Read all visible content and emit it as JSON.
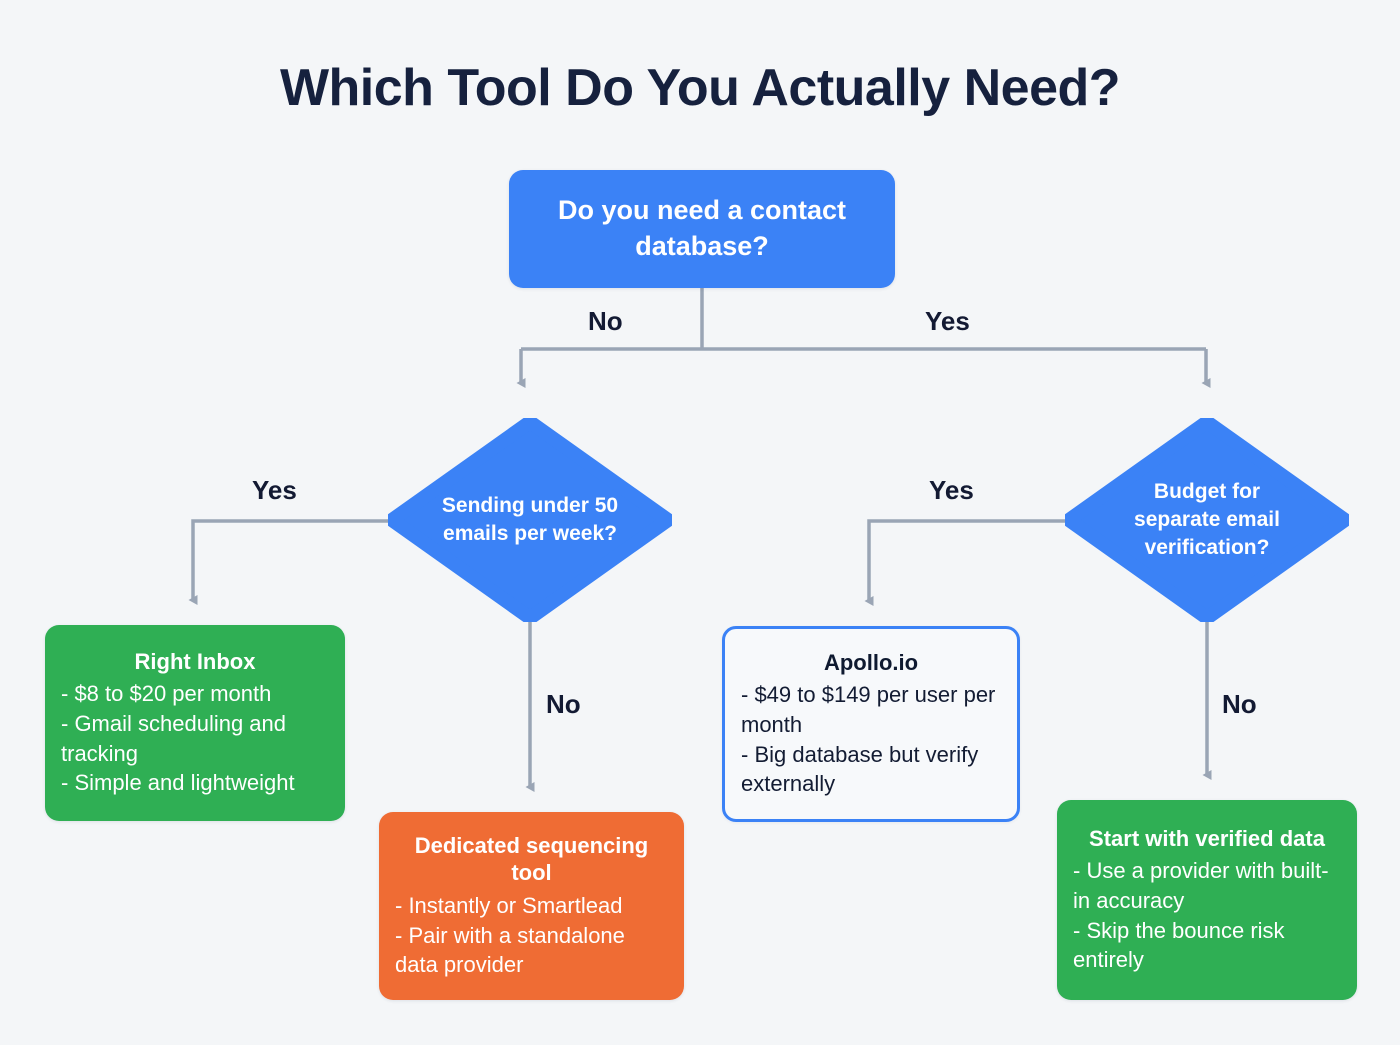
{
  "page": {
    "title": "Which Tool Do You Actually Need?",
    "background_color": "#f4f6f8",
    "title_color": "#16213e"
  },
  "colors": {
    "decision_blue": "#3b82f6",
    "result_green": "#2faf54",
    "result_orange": "#ef6c34",
    "result_white_border": "#3b82f6",
    "connector_gray": "#9aa5b5",
    "label_dark": "#131a33"
  },
  "chart_data": {
    "type": "diagram",
    "diagram_type": "decision-flowchart",
    "title": "Which Tool Do You Actually Need?",
    "nodes": [
      {
        "id": "root",
        "shape": "rounded-rect",
        "kind": "question",
        "color": "#3b82f6",
        "title": "Do you need a contact database?",
        "lines": []
      },
      {
        "id": "diamond-left",
        "shape": "diamond",
        "kind": "decision",
        "color": "#3b82f6",
        "title": "Sending under 50 emails per week?",
        "lines": []
      },
      {
        "id": "diamond-right",
        "shape": "diamond",
        "kind": "decision",
        "color": "#3b82f6",
        "title": "Budget for separate email verification?",
        "lines": []
      },
      {
        "id": "right-inbox",
        "shape": "rounded-rect",
        "kind": "outcome",
        "color": "#2faf54",
        "title": "Right Inbox",
        "lines": [
          "- $8 to $20 per month",
          "- Gmail scheduling and tracking",
          "- Simple and lightweight"
        ]
      },
      {
        "id": "sequencing",
        "shape": "rounded-rect",
        "kind": "outcome",
        "color": "#ef6c34",
        "title": "Dedicated sequencing tool",
        "lines": [
          "- Instantly or Smartlead",
          "- Pair with a standalone data provider"
        ]
      },
      {
        "id": "apollo",
        "shape": "rounded-rect",
        "kind": "outcome",
        "color": "#f7f9fb",
        "title": "Apollo.io",
        "lines": [
          "- $49 to $149 per user per month",
          "- Big database but verify externally"
        ]
      },
      {
        "id": "verified",
        "shape": "rounded-rect",
        "kind": "outcome",
        "color": "#2faf54",
        "title": "Start with verified data",
        "lines": [
          "- Use a provider with built-in accuracy",
          "- Skip the bounce risk entirely"
        ]
      }
    ],
    "edges": [
      {
        "from": "root",
        "to": "diamond-left",
        "label": "No"
      },
      {
        "from": "root",
        "to": "diamond-right",
        "label": "Yes"
      },
      {
        "from": "diamond-left",
        "to": "right-inbox",
        "label": "Yes"
      },
      {
        "from": "diamond-left",
        "to": "sequencing",
        "label": "No"
      },
      {
        "from": "diamond-right",
        "to": "apollo",
        "label": "Yes"
      },
      {
        "from": "diamond-right",
        "to": "verified",
        "label": "No"
      }
    ]
  },
  "nodes": {
    "root": {
      "title": "Do you need a contact database?"
    },
    "diamond_left": {
      "title": "Sending under 50 emails per week?"
    },
    "diamond_right": {
      "title": "Budget for separate email verification?"
    },
    "right_inbox": {
      "title": "Right Inbox",
      "line1": "- $8 to $20 per month",
      "line2": "- Gmail scheduling and tracking",
      "line3": "- Simple and lightweight"
    },
    "sequencing": {
      "title": "Dedicated sequencing tool",
      "line1": "- Instantly or Smartlead",
      "line2": "- Pair with a standalone data provider"
    },
    "apollo": {
      "title": "Apollo.io",
      "line1": "- $49 to $149 per user per month",
      "line2": "- Big database but verify externally"
    },
    "verified": {
      "title": "Start with verified data",
      "line1": "- Use a provider with built-in accuracy",
      "line2": "- Skip the bounce risk entirely"
    }
  },
  "edge_labels": {
    "root_no": "No",
    "root_yes": "Yes",
    "left_yes": "Yes",
    "left_no": "No",
    "right_yes": "Yes",
    "right_no": "No"
  }
}
